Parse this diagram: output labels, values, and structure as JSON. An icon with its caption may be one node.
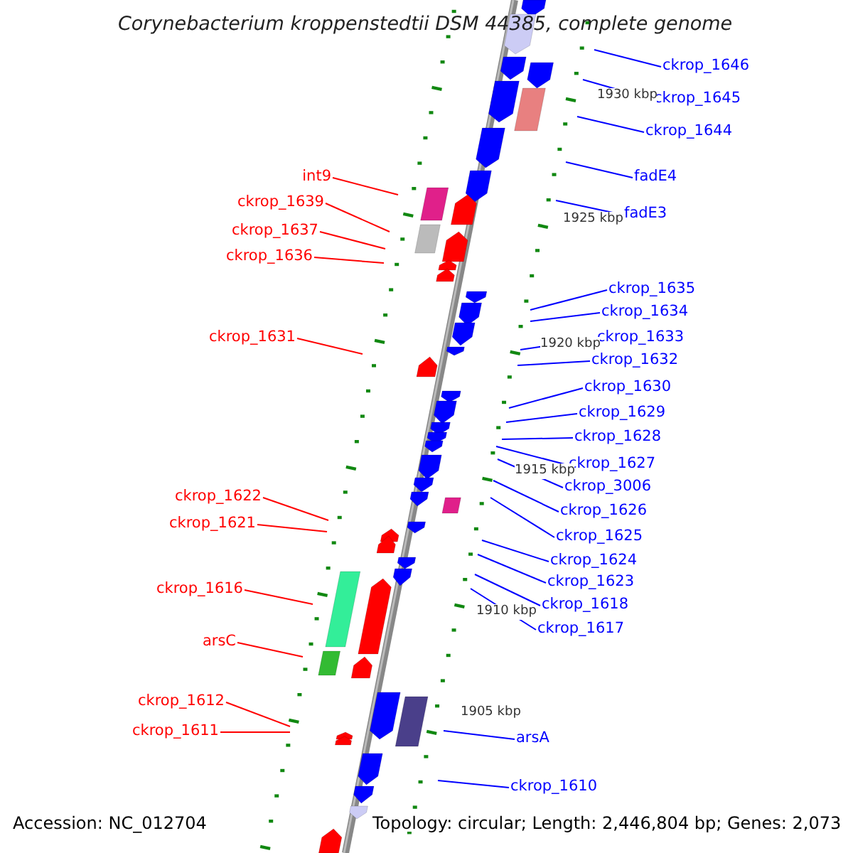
{
  "diagram": {
    "title": "Corynebacterium kroppenstedtii DSM 44385, complete genome",
    "nodes": [
      {
        "text": [
          "ckrop_1646"
        ]
      },
      {
        "text": [
          "ckrop_1645"
        ]
      },
      {
        "text": [
          "ckrop_1644"
        ]
      },
      {
        "text": [
          "int9"
        ]
      },
      {
        "text": [
          "fadE4"
        ]
      },
      {
        "text": [
          "ckrop_1639"
        ]
      },
      {
        "text": [
          "fadE3"
        ]
      },
      {
        "text": [
          "ckrop_1637"
        ]
      },
      {
        "text": [
          "ckrop_1636"
        ]
      },
      {
        "text": [
          "ckrop_1635"
        ]
      },
      {
        "text": [
          "ckrop_1634"
        ]
      },
      {
        "text": [
          "ckrop_1631"
        ]
      },
      {
        "text": [
          "ckrop_1633"
        ]
      },
      {
        "text": [
          "ckrop_1632"
        ]
      },
      {
        "text": [
          "ckrop_1630"
        ]
      },
      {
        "text": [
          "ckrop_1629"
        ]
      },
      {
        "text": [
          "ckrop_1628"
        ]
      },
      {
        "text": [
          "ckrop_1627"
        ]
      },
      {
        "text": [
          "ckrop_3006"
        ]
      },
      {
        "text": [
          "ckrop_1622"
        ]
      },
      {
        "text": [
          "ckrop_1626"
        ]
      },
      {
        "text": [
          "ckrop_1621"
        ]
      },
      {
        "text": [
          "ckrop_1625"
        ]
      },
      {
        "text": [
          "ckrop_1624"
        ]
      },
      {
        "text": [
          "ckrop_1623"
        ]
      },
      {
        "text": [
          "ckrop_1616"
        ]
      },
      {
        "text": [
          "ckrop_1618"
        ]
      },
      {
        "text": [
          "ckrop_1617"
        ]
      },
      {
        "text": [
          "arsC"
        ]
      },
      {
        "text": [
          "ckrop_1612"
        ]
      },
      {
        "text": [
          "ckrop_1611"
        ]
      },
      {
        "text": [
          "arsA"
        ]
      },
      {
        "text": [
          "ckrop_1610"
        ]
      }
    ],
    "edges": [
      {
        "from": 0,
        "to": null,
        "arrow": "none"
      },
      {
        "from": 1,
        "to": null,
        "arrow": "none"
      },
      {
        "from": 2,
        "to": null,
        "arrow": "none"
      },
      {
        "from": 3,
        "to": null,
        "arrow": "none",
        "color": "#ff0000"
      },
      {
        "from": 4,
        "to": null,
        "arrow": "none"
      },
      {
        "from": 5,
        "to": null,
        "arrow": "none",
        "color": "#ff0000"
      },
      {
        "from": 6,
        "to": null,
        "arrow": "none"
      },
      {
        "from": 7,
        "to": null,
        "arrow": "none",
        "color": "#ff0000"
      },
      {
        "from": 8,
        "to": null,
        "arrow": "none",
        "color": "#ff0000"
      },
      {
        "from": 9,
        "to": null,
        "arrow": "none"
      },
      {
        "from": 10,
        "to": null,
        "arrow": "none"
      },
      {
        "from": 11,
        "to": null,
        "arrow": "none",
        "color": "#ff0000"
      },
      {
        "from": 12,
        "to": null,
        "arrow": "none"
      },
      {
        "from": 13,
        "to": null,
        "arrow": "none"
      },
      {
        "from": 14,
        "to": null,
        "arrow": "none"
      },
      {
        "from": 15,
        "to": null,
        "arrow": "none"
      },
      {
        "from": 16,
        "to": null,
        "arrow": "none"
      },
      {
        "from": 17,
        "to": null,
        "arrow": "none"
      },
      {
        "from": 18,
        "to": null,
        "arrow": "none"
      },
      {
        "from": 19,
        "to": null,
        "arrow": "none",
        "color": "#ff0000"
      },
      {
        "from": 20,
        "to": null,
        "arrow": "none"
      },
      {
        "from": 21,
        "to": null,
        "arrow": "none",
        "color": "#ff0000"
      },
      {
        "from": 22,
        "to": null,
        "arrow": "none"
      },
      {
        "from": 23,
        "to": null,
        "arrow": "none"
      },
      {
        "from": 24,
        "to": null,
        "arrow": "none"
      },
      {
        "from": 25,
        "to": null,
        "arrow": "none",
        "color": "#ff0000"
      },
      {
        "from": 26,
        "to": null,
        "arrow": "none"
      },
      {
        "from": 27,
        "to": null,
        "arrow": "none"
      },
      {
        "from": 28,
        "to": null,
        "arrow": "none",
        "color": "#ff0000"
      },
      {
        "from": 29,
        "to": null,
        "arrow": "none",
        "color": "#ff0000"
      },
      {
        "from": 30,
        "to": null,
        "arrow": "none",
        "color": "#ff0000"
      },
      {
        "from": 31,
        "to": null,
        "arrow": "none"
      },
      {
        "from": 32,
        "to": null,
        "arrow": "none"
      }
    ],
    "labels": [
      "1930 kbp",
      "1925 kbp",
      "1920 kbp",
      "1915 kbp",
      "1910 kbp",
      "1905 kbp",
      "Accession: NC_012704",
      "Topology: circular; Length: 2,446,804 bp; Genes: 2,073"
    ]
  }
}
